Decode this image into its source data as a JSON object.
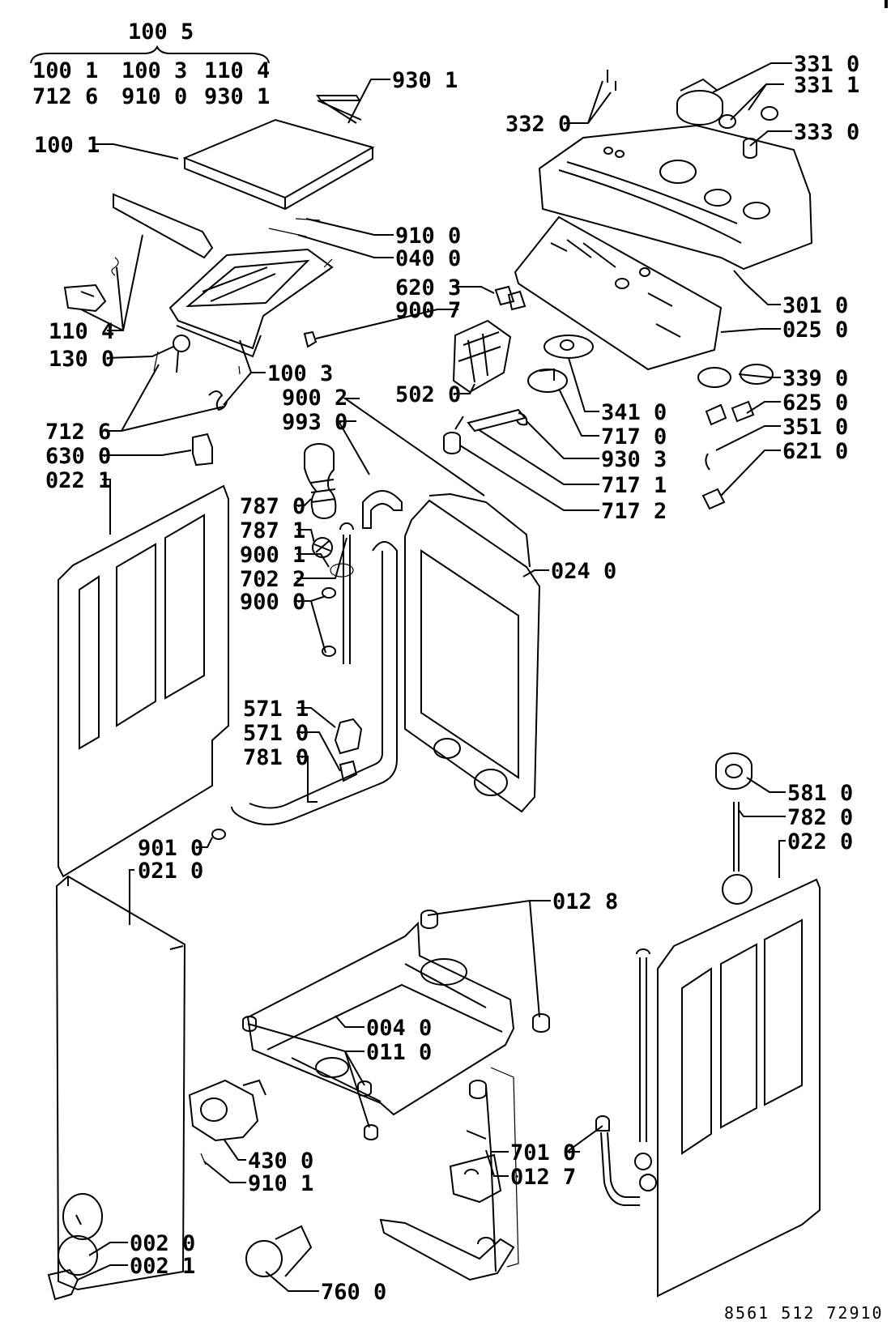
{
  "group_header": {
    "title": "100 5",
    "items": [
      "100 1",
      "100 3",
      "110 4",
      "712 6",
      "910 0",
      "930 1"
    ]
  },
  "labels": [
    {
      "text": "930 1"
    },
    {
      "text": "100 1"
    },
    {
      "text": "331 0"
    },
    {
      "text": "331 1"
    },
    {
      "text": "332 0"
    },
    {
      "text": "333 0"
    },
    {
      "text": "910 0"
    },
    {
      "text": "040 0"
    },
    {
      "text": "620 3"
    },
    {
      "text": "900 7"
    },
    {
      "text": "110 4"
    },
    {
      "text": "130 0"
    },
    {
      "text": "301 0"
    },
    {
      "text": "025 0"
    },
    {
      "text": "100 3"
    },
    {
      "text": "900 2"
    },
    {
      "text": "993 0"
    },
    {
      "text": "502 0"
    },
    {
      "text": "339 0"
    },
    {
      "text": "625 0"
    },
    {
      "text": "341 0"
    },
    {
      "text": "351 0"
    },
    {
      "text": "712 6"
    },
    {
      "text": "630 0"
    },
    {
      "text": "022 1"
    },
    {
      "text": "717 0"
    },
    {
      "text": "621 0"
    },
    {
      "text": "930 3"
    },
    {
      "text": "717 1"
    },
    {
      "text": "717 2"
    },
    {
      "text": "787 0"
    },
    {
      "text": "787 1"
    },
    {
      "text": "900 1"
    },
    {
      "text": "702 2"
    },
    {
      "text": "900 0"
    },
    {
      "text": "024 0"
    },
    {
      "text": "571 1"
    },
    {
      "text": "571 0"
    },
    {
      "text": "781 0"
    },
    {
      "text": "581 0"
    },
    {
      "text": "782 0"
    },
    {
      "text": "022 0"
    },
    {
      "text": "901 0"
    },
    {
      "text": "021 0"
    },
    {
      "text": "012 8"
    },
    {
      "text": "004 0"
    },
    {
      "text": "011 0"
    },
    {
      "text": "701 0"
    },
    {
      "text": "012 7"
    },
    {
      "text": "430 0"
    },
    {
      "text": "910 1"
    },
    {
      "text": "002 0"
    },
    {
      "text": "002 1"
    },
    {
      "text": "760 0"
    }
  ],
  "footer_code": "8561 512 72910"
}
